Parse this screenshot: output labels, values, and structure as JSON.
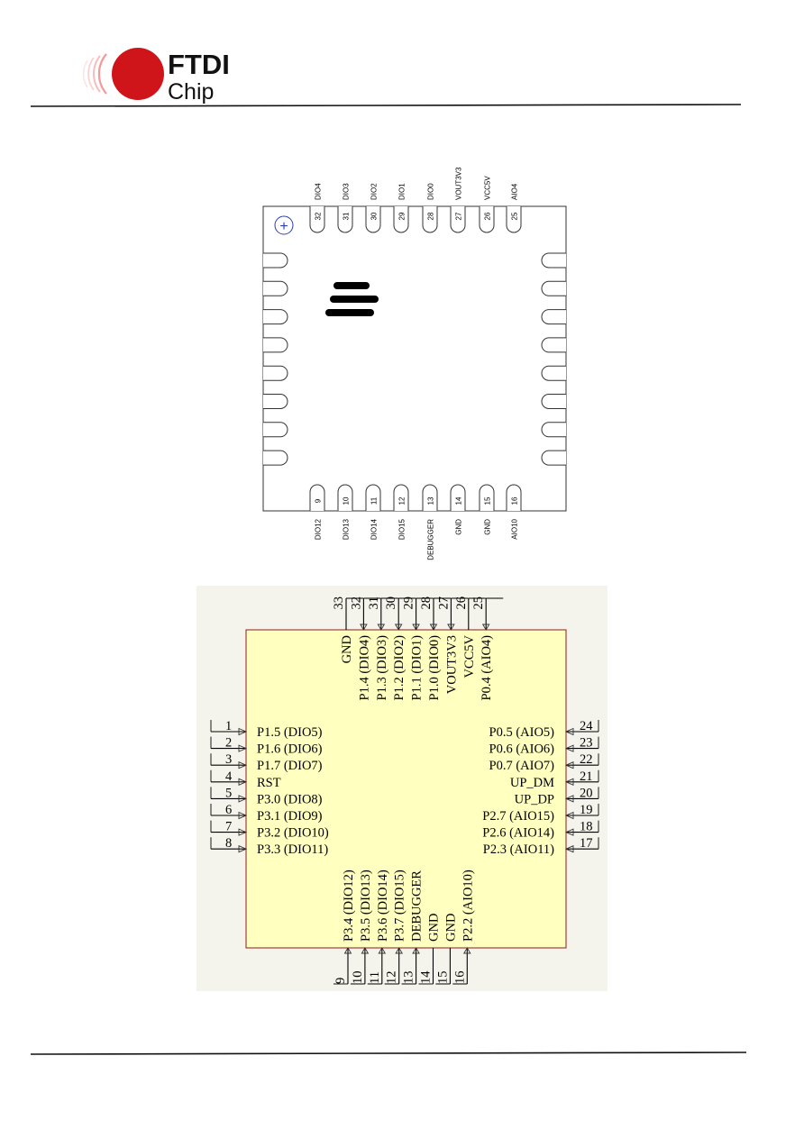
{
  "brand": {
    "line1": "FTDI",
    "line2": "Chip",
    "logo_color": "#d0151a"
  },
  "package_diagram": {
    "top_pins": [
      {
        "num": "32",
        "label": "DIO4"
      },
      {
        "num": "31",
        "label": "DIO3"
      },
      {
        "num": "30",
        "label": "DIO2"
      },
      {
        "num": "29",
        "label": "DIO1"
      },
      {
        "num": "28",
        "label": "DIO0"
      },
      {
        "num": "27",
        "label": "VOUT3V3"
      },
      {
        "num": "26",
        "label": "VCC5V"
      },
      {
        "num": "25",
        "label": "AIO4"
      }
    ],
    "bottom_pins": [
      {
        "num": "9",
        "label": "DIO12"
      },
      {
        "num": "10",
        "label": "DIO13"
      },
      {
        "num": "11",
        "label": "DIO14"
      },
      {
        "num": "12",
        "label": "DIO15"
      },
      {
        "num": "13",
        "label": "DEBUGGER"
      },
      {
        "num": "14",
        "label": "GND"
      },
      {
        "num": "15",
        "label": "GND"
      },
      {
        "num": "16",
        "label": "AIO10"
      }
    ],
    "pin1_mark": "+"
  },
  "schematic": {
    "fill_color": "#ffffc0",
    "outline_color": "#8b1a1a",
    "top_pins": [
      {
        "num": "33",
        "label": "GND"
      },
      {
        "num": "32",
        "label": "P1.4 (DIO4)"
      },
      {
        "num": "31",
        "label": "P1.3 (DIO3)"
      },
      {
        "num": "30",
        "label": "P1.2 (DIO2)"
      },
      {
        "num": "29",
        "label": "P1.1 (DIO1)"
      },
      {
        "num": "28",
        "label": "P1.0 (DIO0)"
      },
      {
        "num": "27",
        "label": "VOUT3V3"
      },
      {
        "num": "26",
        "label": "VCC5V"
      },
      {
        "num": "25",
        "label": "P0.4 (AIO4)"
      }
    ],
    "left_pins": [
      {
        "num": "1",
        "label": "P1.5 (DIO5)"
      },
      {
        "num": "2",
        "label": "P1.6 (DIO6)"
      },
      {
        "num": "3",
        "label": "P1.7 (DIO7)"
      },
      {
        "num": "4",
        "label": "RST"
      },
      {
        "num": "5",
        "label": "P3.0 (DIO8)"
      },
      {
        "num": "6",
        "label": "P3.1 (DIO9)"
      },
      {
        "num": "7",
        "label": "P3.2 (DIO10)"
      },
      {
        "num": "8",
        "label": "P3.3 (DIO11)"
      }
    ],
    "right_pins": [
      {
        "num": "24",
        "label": "P0.5 (AIO5)"
      },
      {
        "num": "23",
        "label": "P0.6 (AIO6)"
      },
      {
        "num": "22",
        "label": "P0.7 (AIO7)"
      },
      {
        "num": "21",
        "label": "UP_DM"
      },
      {
        "num": "20",
        "label": "UP_DP"
      },
      {
        "num": "19",
        "label": "P2.7 (AIO15)"
      },
      {
        "num": "18",
        "label": "P2.6 (AIO14)"
      },
      {
        "num": "17",
        "label": "P2.3 (AIO11)"
      }
    ],
    "bottom_pins": [
      {
        "num": "9",
        "label": "P3.4 (DIO12)"
      },
      {
        "num": "10",
        "label": "P3.5 (DIO13)"
      },
      {
        "num": "11",
        "label": "P3.6 (DIO14)"
      },
      {
        "num": "12",
        "label": "P3.7 (DIO15)"
      },
      {
        "num": "13",
        "label": "DEBUGGER"
      },
      {
        "num": "14",
        "label": "GND"
      },
      {
        "num": "15",
        "label": "GND"
      },
      {
        "num": "16",
        "label": "P2.2 (AIO10)"
      }
    ]
  }
}
